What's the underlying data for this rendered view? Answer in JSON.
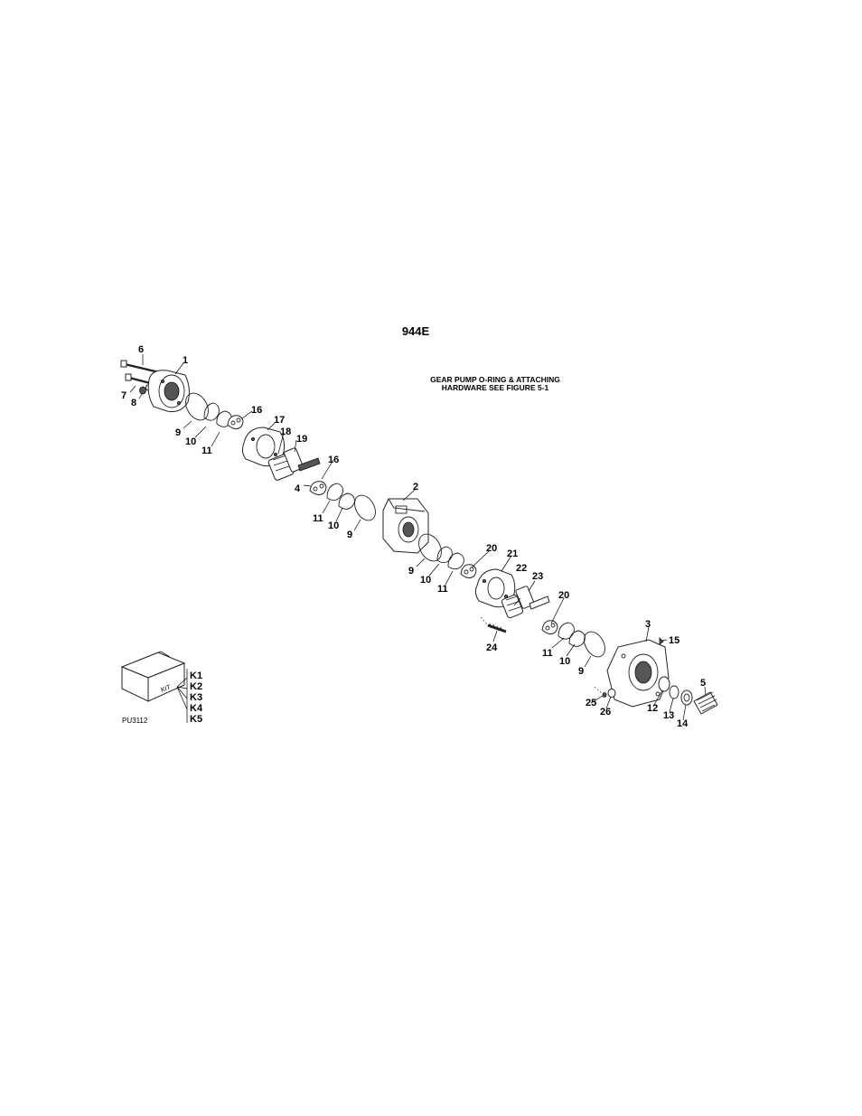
{
  "diagram": {
    "model": "944E",
    "note_lines": [
      "GEAR PUMP O-RING & ATTACHING",
      "HARDWARE SEE FIGURE 5-1"
    ],
    "figure_code": "PU3112",
    "kit_box_label": "KIT",
    "kit_items": [
      "K1",
      "K2",
      "K3",
      "K4",
      "K5"
    ],
    "callouts": [
      "6",
      "1",
      "7",
      "8",
      "16",
      "9",
      "10",
      "11",
      "17",
      "18",
      "19",
      "16",
      "4",
      "2",
      "11",
      "10",
      "9",
      "20",
      "21",
      "9",
      "10",
      "11",
      "22",
      "23",
      "20",
      "24",
      "3",
      "15",
      "11",
      "10",
      "9",
      "5",
      "12",
      "25",
      "26",
      "13",
      "14"
    ]
  }
}
